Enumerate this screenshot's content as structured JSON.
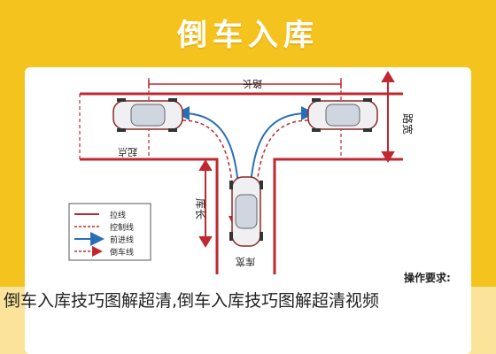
{
  "title": "倒车入库",
  "diagram": {
    "road_length_label": "路长",
    "road_width_label": "路宽",
    "start_point_label": "起点",
    "garage_length_label": "库长",
    "garage_width_label": "库宽"
  },
  "legend": {
    "items": [
      {
        "label": "拉线",
        "style": "solid",
        "color": "#c0282f"
      },
      {
        "label": "控制线",
        "style": "dashed",
        "color": "#c0282f"
      },
      {
        "label": "前进线",
        "style": "arrow",
        "color": "#2a6fb5"
      },
      {
        "label": "倒车线",
        "style": "dashed-arrow",
        "color": "#c0282f"
      }
    ]
  },
  "operation": {
    "title": "操作要求:"
  },
  "caption": "倒车入库技巧图解超清,倒车入库技巧图解超清视频",
  "colors": {
    "banner": "#f5c31e",
    "line_red": "#c0282f",
    "path_blue": "#2a6fb5"
  }
}
